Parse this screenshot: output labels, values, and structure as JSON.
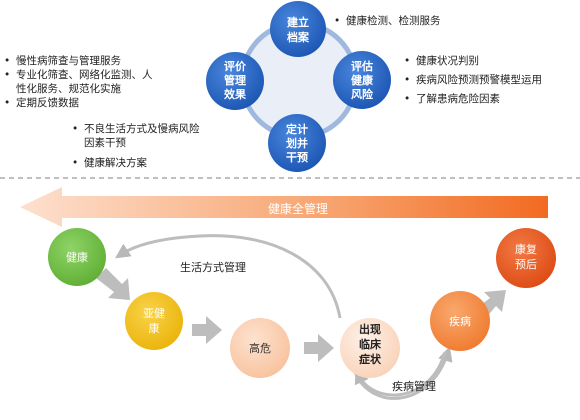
{
  "cycle": {
    "nodes": [
      {
        "id": "top",
        "lines": [
          "建立",
          "档案"
        ]
      },
      {
        "id": "right",
        "lines": [
          "评估",
          "健康",
          "风险"
        ]
      },
      {
        "id": "bottom",
        "lines": [
          "定计",
          "划并",
          "干预"
        ]
      },
      {
        "id": "left",
        "lines": [
          "评价",
          "管理",
          "效果"
        ]
      }
    ]
  },
  "bullets": {
    "top_right": [
      "健康检测、检测服务"
    ],
    "right": [
      "健康状况判别",
      "疾病风险预测预警模型运用",
      "了解患病危险因素"
    ],
    "left": [
      "慢性病筛查与管理服务",
      "专业化筛查、网络化监测、人",
      "性化服务、规范化实施",
      "定期反馈数据"
    ],
    "left_sub": [
      "不良生活方式及慢病风险",
      "因素干预",
      "健康解决方案"
    ]
  },
  "banner": {
    "label": "健康全管理"
  },
  "flow": {
    "stages": [
      {
        "id": "health",
        "lines": [
          "健康"
        ],
        "color": "#6ebd45"
      },
      {
        "id": "subhealth",
        "lines": [
          "亚健",
          "康"
        ],
        "color": "#f0bd12"
      },
      {
        "id": "highrisk",
        "lines": [
          "高危"
        ],
        "color": "#fcd0b2"
      },
      {
        "id": "symptoms",
        "lines": [
          "出现",
          "临床",
          "症状"
        ],
        "color": "#fbdbc5"
      },
      {
        "id": "disease",
        "lines": [
          "疾病"
        ],
        "color": "#f48a42"
      },
      {
        "id": "recovery",
        "lines": [
          "康复",
          "预后"
        ],
        "color": "#e8531e"
      }
    ],
    "lifestyle_label": "生活方式管理",
    "disease_label": "疾病管理"
  },
  "colors": {
    "node_blue": "#1f5fbf",
    "ring": "#b7c9e4",
    "banner": "#f26a21",
    "connector_arrow": "#bdbdbd"
  },
  "icons": [
    "bullet-dot-icon",
    "right-arrow-icon",
    "curved-arrow-icon"
  ]
}
